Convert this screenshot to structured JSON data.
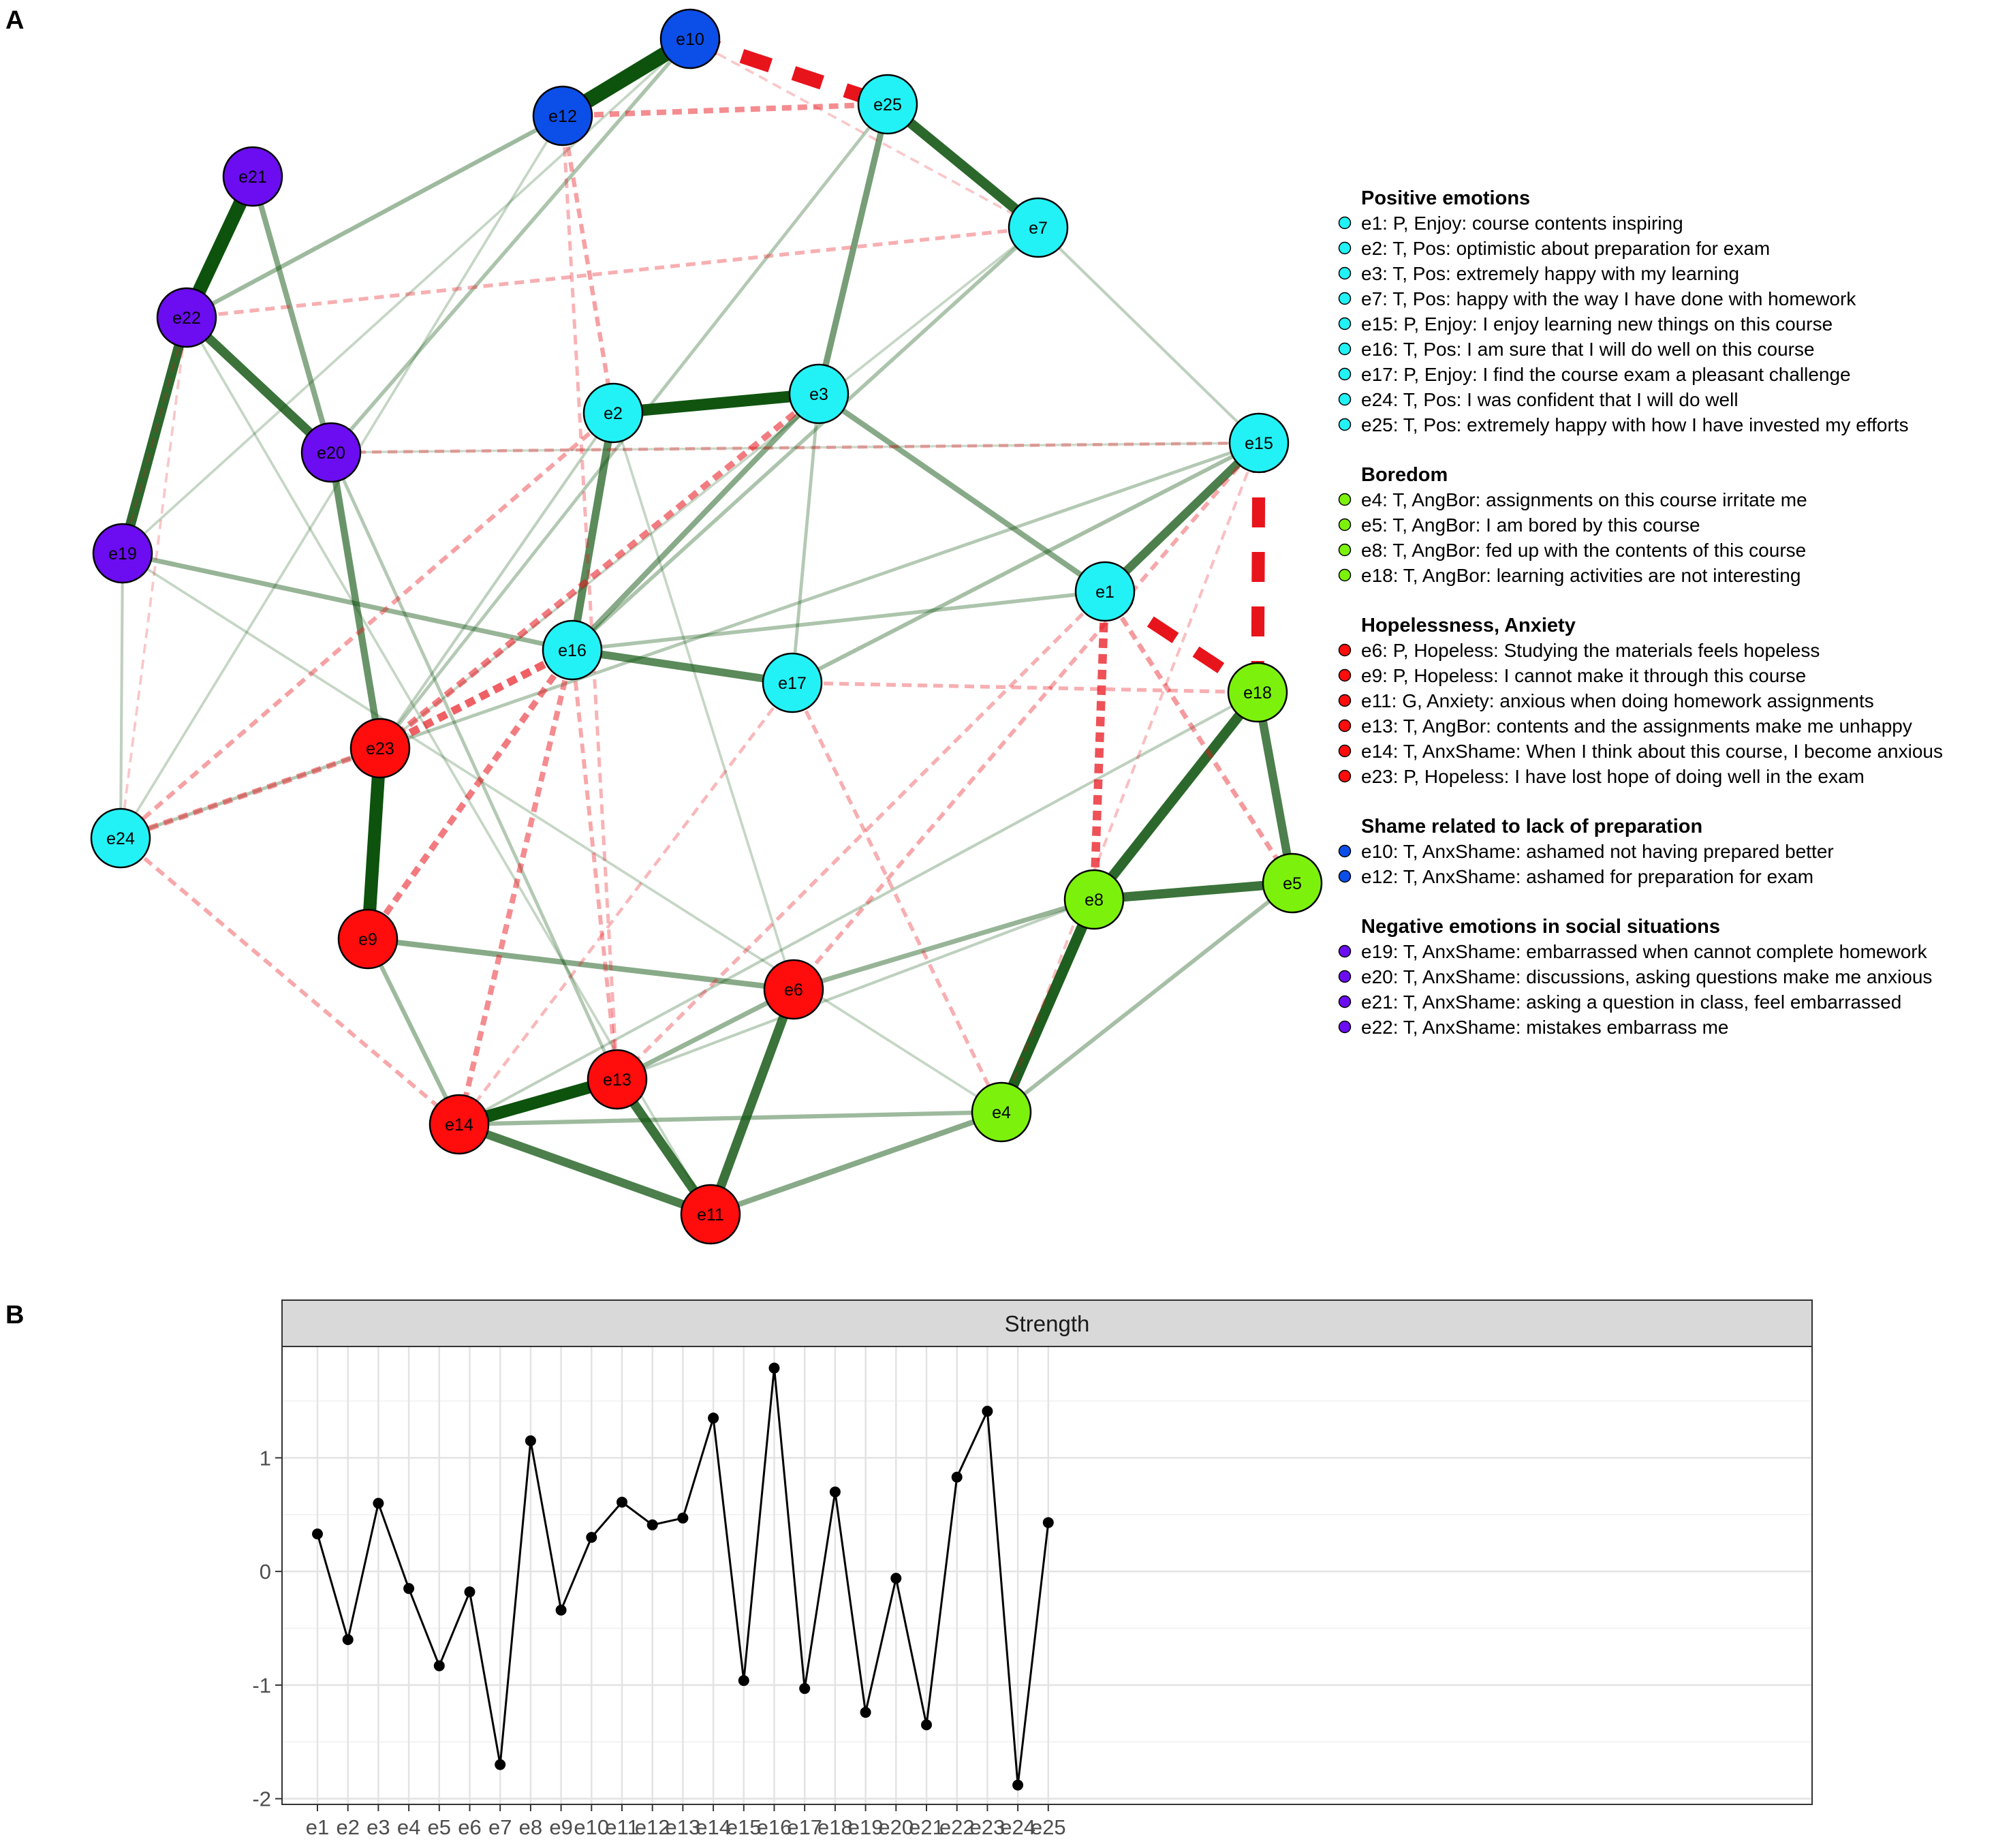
{
  "panel_a_label": "A",
  "panel_b_label": "B",
  "colors": {
    "positive": "#22f2f5",
    "boredom": "#7cf20c",
    "hopeless": "#ff0d0d",
    "shame": "#0b4fe8",
    "social": "#6b0df0",
    "edge_positive": "#0d520d",
    "edge_negative": "#e8141c",
    "line": "#000000"
  },
  "network": {
    "nodes": [
      {
        "id": "e1",
        "group": "positive"
      },
      {
        "id": "e2",
        "group": "positive"
      },
      {
        "id": "e3",
        "group": "positive"
      },
      {
        "id": "e4",
        "group": "boredom"
      },
      {
        "id": "e5",
        "group": "boredom"
      },
      {
        "id": "e6",
        "group": "hopeless"
      },
      {
        "id": "e7",
        "group": "positive"
      },
      {
        "id": "e8",
        "group": "boredom"
      },
      {
        "id": "e9",
        "group": "hopeless"
      },
      {
        "id": "e10",
        "group": "shame"
      },
      {
        "id": "e11",
        "group": "hopeless"
      },
      {
        "id": "e12",
        "group": "shame"
      },
      {
        "id": "e13",
        "group": "hopeless"
      },
      {
        "id": "e14",
        "group": "hopeless"
      },
      {
        "id": "e15",
        "group": "positive"
      },
      {
        "id": "e16",
        "group": "positive"
      },
      {
        "id": "e17",
        "group": "positive"
      },
      {
        "id": "e18",
        "group": "boredom"
      },
      {
        "id": "e19",
        "group": "social"
      },
      {
        "id": "e20",
        "group": "social"
      },
      {
        "id": "e21",
        "group": "social"
      },
      {
        "id": "e22",
        "group": "social"
      },
      {
        "id": "e23",
        "group": "hopeless"
      },
      {
        "id": "e24",
        "group": "positive"
      },
      {
        "id": "e25",
        "group": "positive"
      }
    ],
    "edges": [
      {
        "a": "e10",
        "b": "e12",
        "w": 0.95
      },
      {
        "a": "e21",
        "b": "e22",
        "w": 0.85
      },
      {
        "a": "e23",
        "b": "e9",
        "w": 0.8
      },
      {
        "a": "e14",
        "b": "e13",
        "w": 0.75
      },
      {
        "a": "e2",
        "b": "e3",
        "w": 0.7
      },
      {
        "a": "e8",
        "b": "e4",
        "w": 0.65
      },
      {
        "a": "e22",
        "b": "e19",
        "w": 0.6
      },
      {
        "a": "e25",
        "b": "e7",
        "w": 0.6
      },
      {
        "a": "e18",
        "b": "e8",
        "w": 0.6
      },
      {
        "a": "e6",
        "b": "e11",
        "w": 0.55
      },
      {
        "a": "e13",
        "b": "e11",
        "w": 0.55
      },
      {
        "a": "e14",
        "b": "e11",
        "w": 0.5
      },
      {
        "a": "e8",
        "b": "e5",
        "w": 0.55
      },
      {
        "a": "e22",
        "b": "e20",
        "w": 0.55
      },
      {
        "a": "e1",
        "b": "e15",
        "w": 0.5
      },
      {
        "a": "e18",
        "b": "e5",
        "w": 0.5
      },
      {
        "a": "e2",
        "b": "e16",
        "w": 0.45
      },
      {
        "a": "e16",
        "b": "e17",
        "w": 0.45
      },
      {
        "a": "e20",
        "b": "e23",
        "w": 0.4
      },
      {
        "a": "e25",
        "b": "e3",
        "w": 0.35
      },
      {
        "a": "e21",
        "b": "e20",
        "w": 0.3
      },
      {
        "a": "e9",
        "b": "e6",
        "w": 0.3
      },
      {
        "a": "e11",
        "b": "e4",
        "w": 0.3
      },
      {
        "a": "e3",
        "b": "e1",
        "w": 0.3
      },
      {
        "a": "e3",
        "b": "e16",
        "w": 0.3
      },
      {
        "a": "e19",
        "b": "e16",
        "w": 0.25
      },
      {
        "a": "e12",
        "b": "e22",
        "w": 0.22
      },
      {
        "a": "e6",
        "b": "e13",
        "w": 0.25
      },
      {
        "a": "e8",
        "b": "e6",
        "w": 0.25
      },
      {
        "a": "e14",
        "b": "e4",
        "w": 0.22
      },
      {
        "a": "e9",
        "b": "e14",
        "w": 0.22
      },
      {
        "a": "e5",
        "b": "e4",
        "w": 0.2
      },
      {
        "a": "e17",
        "b": "e15",
        "w": 0.2
      },
      {
        "a": "e16",
        "b": "e1",
        "w": 0.18
      },
      {
        "a": "e10",
        "b": "e20",
        "w": 0.18
      },
      {
        "a": "e7",
        "b": "e16",
        "w": 0.18
      },
      {
        "a": "e25",
        "b": "e23",
        "w": 0.15
      },
      {
        "a": "e15",
        "b": "e24",
        "w": 0.15
      },
      {
        "a": "e3",
        "b": "e17",
        "w": 0.15
      },
      {
        "a": "e20",
        "b": "e13",
        "w": 0.15
      },
      {
        "a": "e2",
        "b": "e23",
        "w": 0.12
      },
      {
        "a": "e19",
        "b": "e24",
        "w": 0.12
      },
      {
        "a": "e8",
        "b": "e13",
        "w": 0.12
      },
      {
        "a": "e18",
        "b": "e14",
        "w": 0.12
      },
      {
        "a": "e7",
        "b": "e15",
        "w": 0.12
      },
      {
        "a": "e2",
        "b": "e6",
        "w": 0.1
      },
      {
        "a": "e22",
        "b": "e11",
        "w": 0.1
      },
      {
        "a": "e19",
        "b": "e4",
        "w": 0.1
      },
      {
        "a": "e10",
        "b": "e19",
        "w": 0.1
      },
      {
        "a": "e7",
        "b": "e23",
        "w": 0.1
      },
      {
        "a": "e12",
        "b": "e24",
        "w": 0.1
      },
      {
        "a": "e20",
        "b": "e15",
        "w": 0.08
      },
      {
        "a": "e10",
        "b": "e25",
        "w": -0.9
      },
      {
        "a": "e15",
        "b": "e18",
        "w": -0.8
      },
      {
        "a": "e1",
        "b": "e18",
        "w": -0.75
      },
      {
        "a": "e1",
        "b": "e8",
        "w": -0.5
      },
      {
        "a": "e16",
        "b": "e23",
        "w": -0.45
      },
      {
        "a": "e16",
        "b": "e9",
        "w": -0.35
      },
      {
        "a": "e3",
        "b": "e23",
        "w": -0.35
      },
      {
        "a": "e16",
        "b": "e14",
        "w": -0.3
      },
      {
        "a": "e12",
        "b": "e25",
        "w": -0.3
      },
      {
        "a": "e23",
        "b": "e24",
        "w": -0.3
      },
      {
        "a": "e1",
        "b": "e5",
        "w": -0.25
      },
      {
        "a": "e12",
        "b": "e2",
        "w": -0.22
      },
      {
        "a": "e2",
        "b": "e24",
        "w": -0.22
      },
      {
        "a": "e24",
        "b": "e14",
        "w": -0.2
      },
      {
        "a": "e16",
        "b": "e13",
        "w": -0.2
      },
      {
        "a": "e15",
        "b": "e6",
        "w": -0.2
      },
      {
        "a": "e17",
        "b": "e4",
        "w": -0.18
      },
      {
        "a": "e17",
        "b": "e18",
        "w": -0.18
      },
      {
        "a": "e7",
        "b": "e22",
        "w": -0.18
      },
      {
        "a": "e1",
        "b": "e13",
        "w": -0.18
      },
      {
        "a": "e12",
        "b": "e13",
        "w": -0.16
      },
      {
        "a": "e15",
        "b": "e20",
        "w": -0.16
      },
      {
        "a": "e17",
        "b": "e14",
        "w": -0.14
      },
      {
        "a": "e19",
        "b": "e22",
        "w": -0.1
      },
      {
        "a": "e22",
        "b": "e24",
        "w": -0.1
      },
      {
        "a": "e10",
        "b": "e7",
        "w": -0.1
      },
      {
        "a": "e15",
        "b": "e4",
        "w": -0.12
      }
    ]
  },
  "legend": [
    {
      "title": "Positive emotions",
      "color_key": "positive",
      "items": [
        "e1: P, Enjoy: course contents inspiring",
        "e2: T, Pos: optimistic about preparation for exam",
        "e3: T, Pos: extremely happy with my learning",
        "e7: T, Pos: happy with the way I have done with homework",
        "e15: P, Enjoy: I enjoy learning new things on this course",
        "e16: T, Pos: I am sure that I will do well on this course",
        "e17: P, Enjoy: I find the course exam a pleasant challenge",
        "e24: T, Pos: I was confident that I will do well",
        "e25: T, Pos: extremely happy with how I have invested my efforts"
      ]
    },
    {
      "title": "Boredom",
      "color_key": "boredom",
      "items": [
        "e4: T, AngBor: assignments on this course irritate me",
        "e5: T, AngBor: I am bored by this course",
        "e8: T, AngBor: fed up with the contents of this course",
        "e18: T, AngBor: learning activities are not interesting"
      ]
    },
    {
      "title": "Hopelessness, Anxiety",
      "color_key": "hopeless",
      "items": [
        "e6: P, Hopeless: Studying the materials feels hopeless",
        "e9: P, Hopeless: I cannot make it through this course",
        "e11: G, Anxiety: anxious when doing homework assignments",
        "e13: T, AngBor: contents and the assignments make me unhappy",
        "e14: T, AnxShame: When I think about this course, I become anxious",
        "e23: P, Hopeless: I have lost hope of doing well in the exam"
      ]
    },
    {
      "title": "Shame related to lack of preparation",
      "color_key": "shame",
      "items": [
        "e10: T, AnxShame: ashamed not having prepared better",
        "e12: T, AnxShame: ashamed for preparation for exam"
      ]
    },
    {
      "title": "Negative emotions in social situations",
      "color_key": "social",
      "items": [
        "e19: T, AnxShame: embarrassed when cannot complete homework",
        "e20: T, AnxShame: discussions, asking questions make me anxious",
        "e21: T, AnxShame: asking a question in class, feel embarrassed",
        "e22: T, AnxShame: mistakes embarrass me"
      ]
    }
  ],
  "chart_data": {
    "type": "line",
    "title": "Strength",
    "facet_label": "Strength",
    "categories": [
      "e1",
      "e2",
      "e3",
      "e4",
      "e5",
      "e6",
      "e7",
      "e8",
      "e9",
      "e10",
      "e11",
      "e12",
      "e13",
      "e14",
      "e15",
      "e16",
      "e17",
      "e18",
      "e19",
      "e20",
      "e21",
      "e22",
      "e23",
      "e24",
      "e25"
    ],
    "series": [
      {
        "values": [
          0.33,
          -0.6,
          0.6,
          -0.15,
          -0.83,
          -0.18,
          -1.7,
          1.15,
          -0.34,
          0.3,
          0.61,
          0.41,
          0.47,
          1.35,
          -0.96,
          1.79,
          -1.03,
          0.7,
          -1.24,
          -0.06,
          -1.35,
          0.83,
          1.41,
          -1.88,
          0.43
        ]
      }
    ],
    "xlabel": "",
    "ylabel": "",
    "ylim": [
      -2.05,
      1.98
    ],
    "yticks": [
      -2,
      -1,
      0,
      1
    ],
    "grid": true,
    "legend": "none"
  }
}
